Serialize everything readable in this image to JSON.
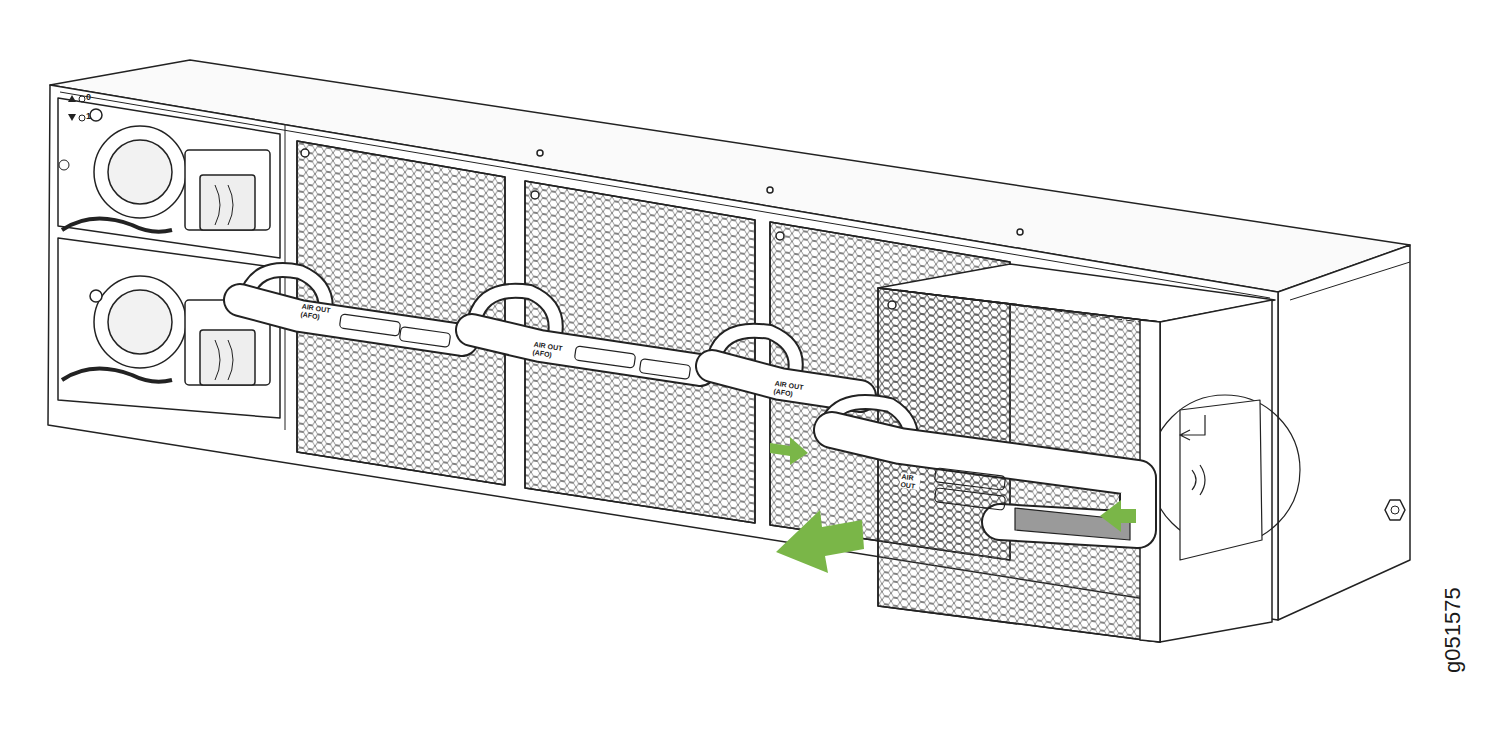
{
  "diagram": {
    "labels": [
      "0",
      "1",
      "AIR OUT (AFO)",
      "AIR OUT (AFO)",
      "AIR OUT (AFO)",
      "AIR OUT",
      "g051575"
    ]
  }
}
